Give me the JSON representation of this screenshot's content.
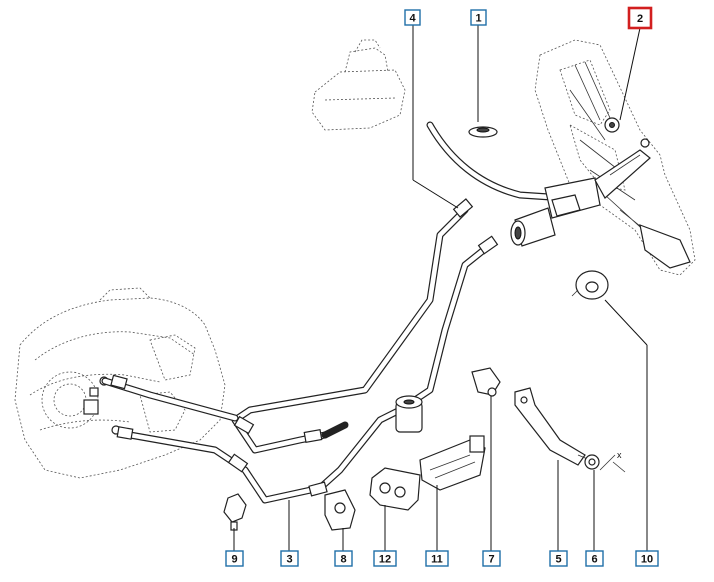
{
  "callouts": [
    {
      "id": "1",
      "label": "1",
      "highlighted": false
    },
    {
      "id": "2",
      "label": "2",
      "highlighted": true
    },
    {
      "id": "3",
      "label": "3",
      "highlighted": false
    },
    {
      "id": "4",
      "label": "4",
      "highlighted": false
    },
    {
      "id": "5",
      "label": "5",
      "highlighted": false
    },
    {
      "id": "6",
      "label": "6",
      "highlighted": false
    },
    {
      "id": "7",
      "label": "7",
      "highlighted": false
    },
    {
      "id": "8",
      "label": "8",
      "highlighted": false
    },
    {
      "id": "9",
      "label": "9",
      "highlighted": false
    },
    {
      "id": "10",
      "label": "10",
      "highlighted": false
    },
    {
      "id": "11",
      "label": "11",
      "highlighted": false
    },
    {
      "id": "12",
      "label": "12",
      "highlighted": false
    }
  ],
  "annotations": {
    "axis_mark": "x"
  },
  "colors": {
    "callout_border": "#1f6fa8",
    "highlight_border": "#d21f1f",
    "line_art": "#222222"
  }
}
